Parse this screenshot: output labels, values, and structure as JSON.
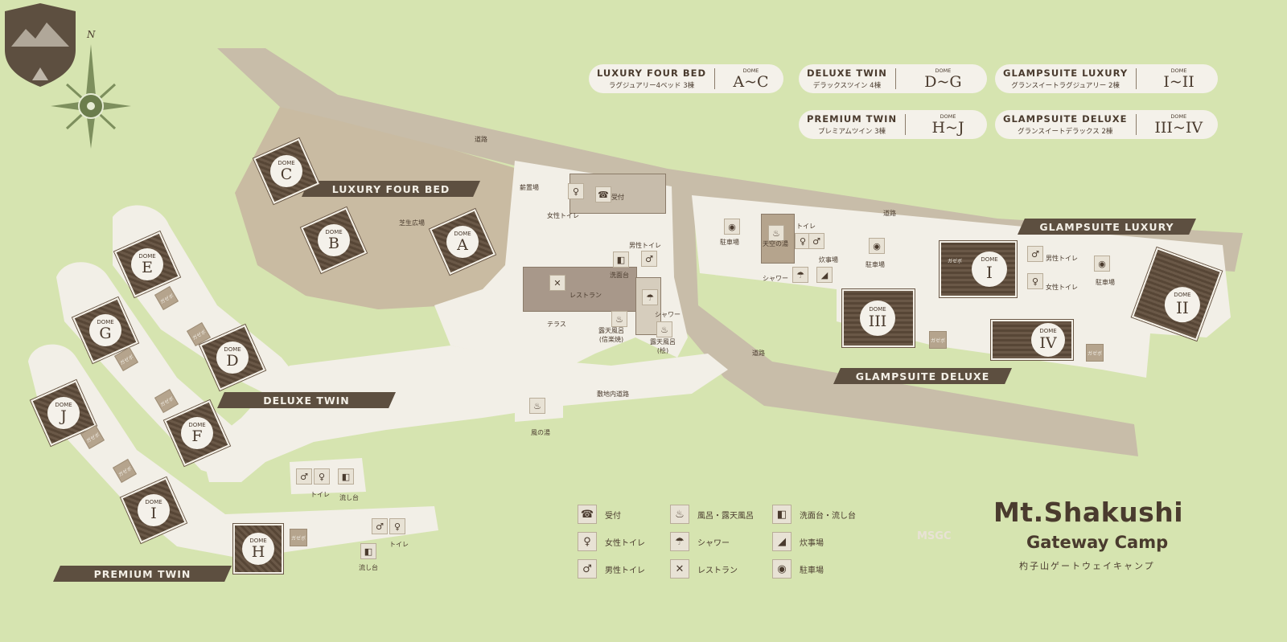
{
  "compass": {
    "north": "N"
  },
  "legend_pills": [
    {
      "name": "LUXURY FOUR BED",
      "jp": "ラグジュアリー4ベッド",
      "count": "3棟",
      "dome_label": "DOME",
      "range": "A~C"
    },
    {
      "name": "DELUXE TWIN",
      "jp": "デラックスツイン",
      "count": "4棟",
      "dome_label": "DOME",
      "range": "D~G"
    },
    {
      "name": "GLAMPSUITE LUXURY",
      "jp": "グランスイートラグジュアリー",
      "count": "2棟",
      "dome_label": "DOME",
      "range": "I~II"
    },
    {
      "name": "PREMIUM TWIN",
      "jp": "プレミアムツイン",
      "count": "3棟",
      "dome_label": "DOME",
      "range": "H~J"
    },
    {
      "name": "GLAMPSUITE DELUXE",
      "jp": "グランスイートデラックス",
      "count": "2棟",
      "dome_label": "DOME",
      "range": "III~IV"
    }
  ],
  "zone_banners": {
    "luxury_four_bed": "LUXURY FOUR BED",
    "deluxe_twin": "DELUXE TWIN",
    "premium_twin": "PREMIUM TWIN",
    "glampsuite_luxury": "GLAMPSUITE LUXURY",
    "glampsuite_deluxe": "GLAMPSUITE DELUXE"
  },
  "dome_label": "DOME",
  "domes": {
    "A": "A",
    "B": "B",
    "C": "C",
    "D": "D",
    "E": "E",
    "F": "F",
    "G": "G",
    "H": "H",
    "I_twin": "I",
    "J": "J",
    "I": "I",
    "II": "II",
    "III": "III",
    "IV": "IV"
  },
  "gazebo": "ガゼボ",
  "map_labels": {
    "road_top": "道路",
    "road_right": "道路",
    "road_mid": "道路",
    "firewood": "薪置場",
    "womens_toilet": "女性トイレ",
    "reception": "受付",
    "lawn": "芝生広場",
    "mens_toilet": "男性トイレ",
    "washstand": "洗面台",
    "restaurant": "レストラン",
    "terrace": "テラス",
    "bath_shingaku": "露天風呂\n(信楽焼)",
    "shower": "シャワー",
    "bath_hinoki": "露天風呂\n(桧)",
    "parking_1": "駐車場",
    "tenku": "天空の湯",
    "toilet": "トイレ",
    "cooking": "炊事場",
    "shower_2": "シャワー",
    "parking_2": "駐車場",
    "mens_toilet_2": "男性トイレ",
    "womens_toilet_2": "女性トイレ",
    "parking_3": "駐車場",
    "site_road": "敷地内道路",
    "kaze_no_yu": "風の湯",
    "toilet_2": "トイレ",
    "sink": "流し台",
    "toilet_3": "トイレ",
    "sink_2": "流し台"
  },
  "facility_legend": [
    {
      "icon": "reception-icon",
      "glyph": "☎",
      "label": "受付"
    },
    {
      "icon": "womens-toilet-icon",
      "glyph": "♀",
      "label": "女性トイレ"
    },
    {
      "icon": "mens-toilet-icon",
      "glyph": "♂",
      "label": "男性トイレ"
    },
    {
      "icon": "bath-icon",
      "glyph": "♨",
      "label": "風呂・露天風呂"
    },
    {
      "icon": "shower-icon",
      "glyph": "☂",
      "label": "シャワー"
    },
    {
      "icon": "restaurant-icon",
      "glyph": "✕",
      "label": "レストラン"
    },
    {
      "icon": "washstand-icon",
      "glyph": "◧",
      "label": "洗面台・流し台"
    },
    {
      "icon": "cooking-icon",
      "glyph": "◢",
      "label": "炊事場"
    },
    {
      "icon": "parking-icon",
      "glyph": "◉",
      "label": "駐車場"
    }
  ],
  "brand": {
    "title": "Mt.Shakushi",
    "subtitle": "Gateway Camp",
    "jp": "杓子山ゲートウェイキャンプ",
    "badge": "MSGC"
  },
  "colors": {
    "background": "#d6e4b0",
    "road": "#c8bda9",
    "site_area": "#f2efe7",
    "banner": "#5d4f40",
    "dome": "#574636"
  }
}
